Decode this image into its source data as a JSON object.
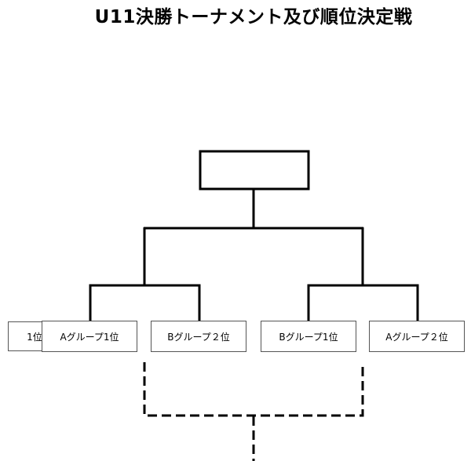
{
  "title": "U11決勝トーナメント及び順位決定戦",
  "slots": {
    "left_edge": "1位",
    "first": "Aグループ1位",
    "second": "Bグループ２位",
    "third": "Bグループ1位",
    "fourth": "Aグループ２位"
  },
  "colors": {
    "line": "#000000",
    "box_border": "#555555",
    "background": "#ffffff"
  }
}
